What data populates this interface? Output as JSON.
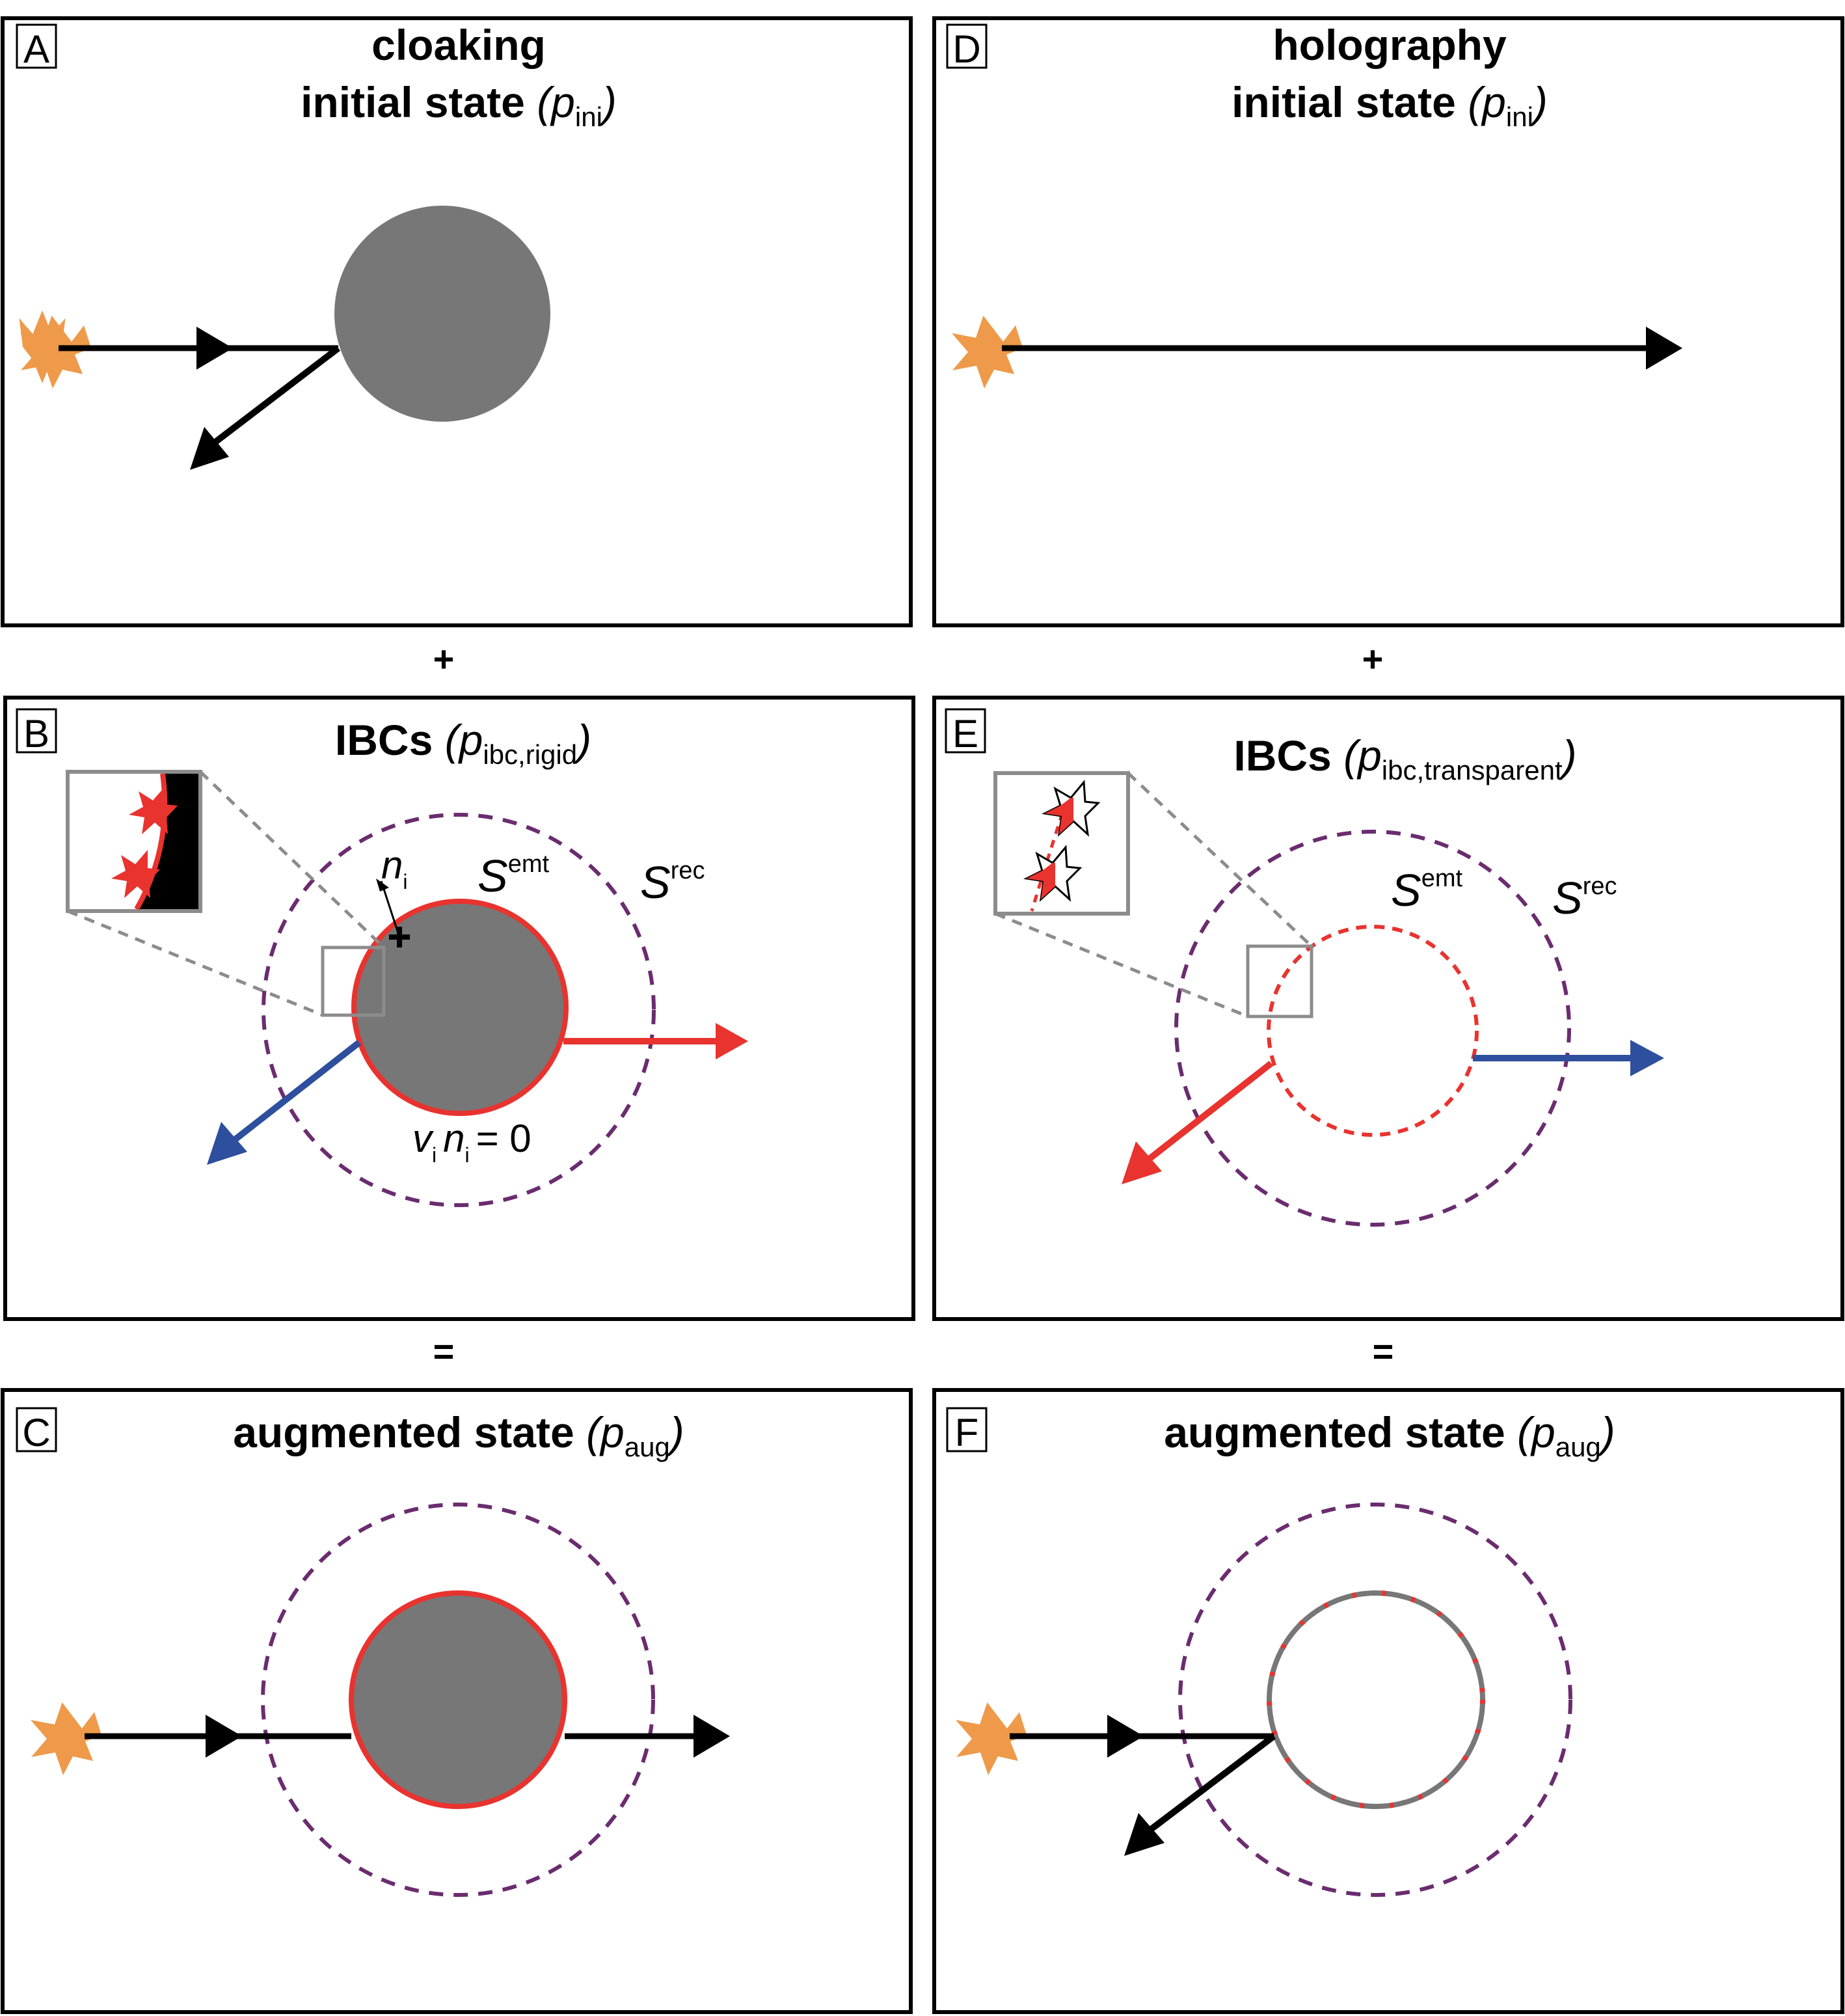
{
  "panels": {
    "A": {
      "letter": "A",
      "title_line1": "cloaking",
      "title_line2": "initial state",
      "title_paren_open": "(",
      "title_p": "p",
      "title_sub": "ini",
      "title_paren_close": ")"
    },
    "B": {
      "letter": "B",
      "title_main": "IBCs",
      "title_paren_open": "(",
      "title_p": "p",
      "title_sub": "ibc,rigid",
      "title_paren_close": ")",
      "normal_n": "n",
      "normal_sub": "i",
      "s_emt": "S",
      "s_emt_sup": "emt",
      "s_rec": "S",
      "s_rec_sup": "rec",
      "eq_v": "v",
      "eq_v_sub": "i",
      "eq_n": "n",
      "eq_n_sub": "i",
      "eq_rest": "= 0"
    },
    "C": {
      "letter": "C",
      "title_main": "augmented state",
      "title_paren_open": "(",
      "title_p": "p",
      "title_sub": "aug",
      "title_paren_close": ")"
    },
    "D": {
      "letter": "D",
      "title_line1": "holography",
      "title_line2": "initial state",
      "title_paren_open": "(",
      "title_p": "p",
      "title_sub": "ini",
      "title_paren_close": ")"
    },
    "E": {
      "letter": "E",
      "title_main": "IBCs",
      "title_paren_open": "(",
      "title_p": "p",
      "title_sub": "ibc,transparent",
      "title_paren_close": ")",
      "s_emt": "S",
      "s_emt_sup": "emt",
      "s_rec": "S",
      "s_rec_sup": "rec"
    },
    "F": {
      "letter": "F",
      "title_main": "augmented state",
      "title_paren_open": "(",
      "title_p": "p",
      "title_sub": "aug",
      "title_paren_close": ")"
    }
  },
  "operators": {
    "plus_left": "+",
    "plus_right": "+",
    "equals_left": "=",
    "equals_right": "="
  },
  "colors": {
    "star": "#ee9a4a",
    "scatterer": "#777777",
    "red": "#e8332f",
    "blue": "#2d4f9d",
    "purple": "#6a2c6f",
    "frame": "#000000",
    "inset": "#8c8c8c"
  }
}
